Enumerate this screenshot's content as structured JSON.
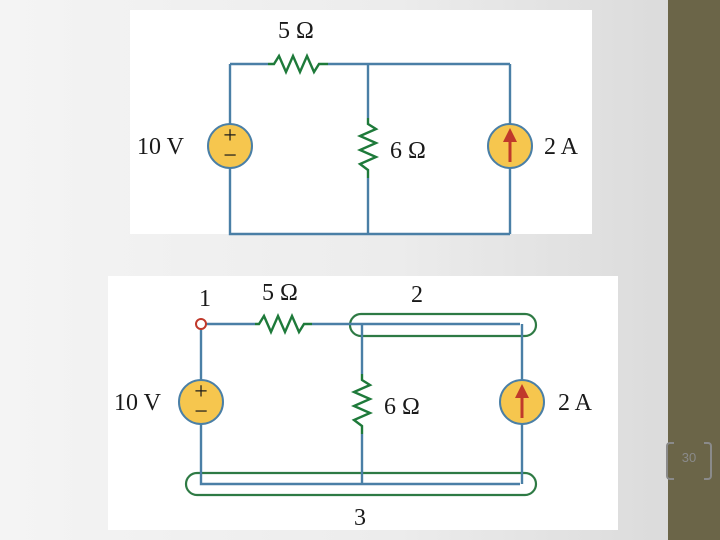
{
  "top_circuit": {
    "resistor_series": "5 Ω",
    "resistor_shunt": "6 Ω",
    "voltage_source": "10 V",
    "current_source": "2 A",
    "plus_sign": "+",
    "minus_sign": "−"
  },
  "bottom_circuit": {
    "resistor_series": "5 Ω",
    "resistor_shunt": "6 Ω",
    "voltage_source": "10 V",
    "current_source": "2 A",
    "plus_sign": "+",
    "minus_sign": "−",
    "node_1": "1",
    "node_2": "2",
    "node_3": "3"
  },
  "footer": {
    "page_number": "30"
  },
  "colors": {
    "wire": "#4a7fa6",
    "resistor": "#1e7a3a",
    "source_fill": "#f6c64e",
    "arrow": "#c0392b",
    "accent_band": "#6b6548"
  }
}
